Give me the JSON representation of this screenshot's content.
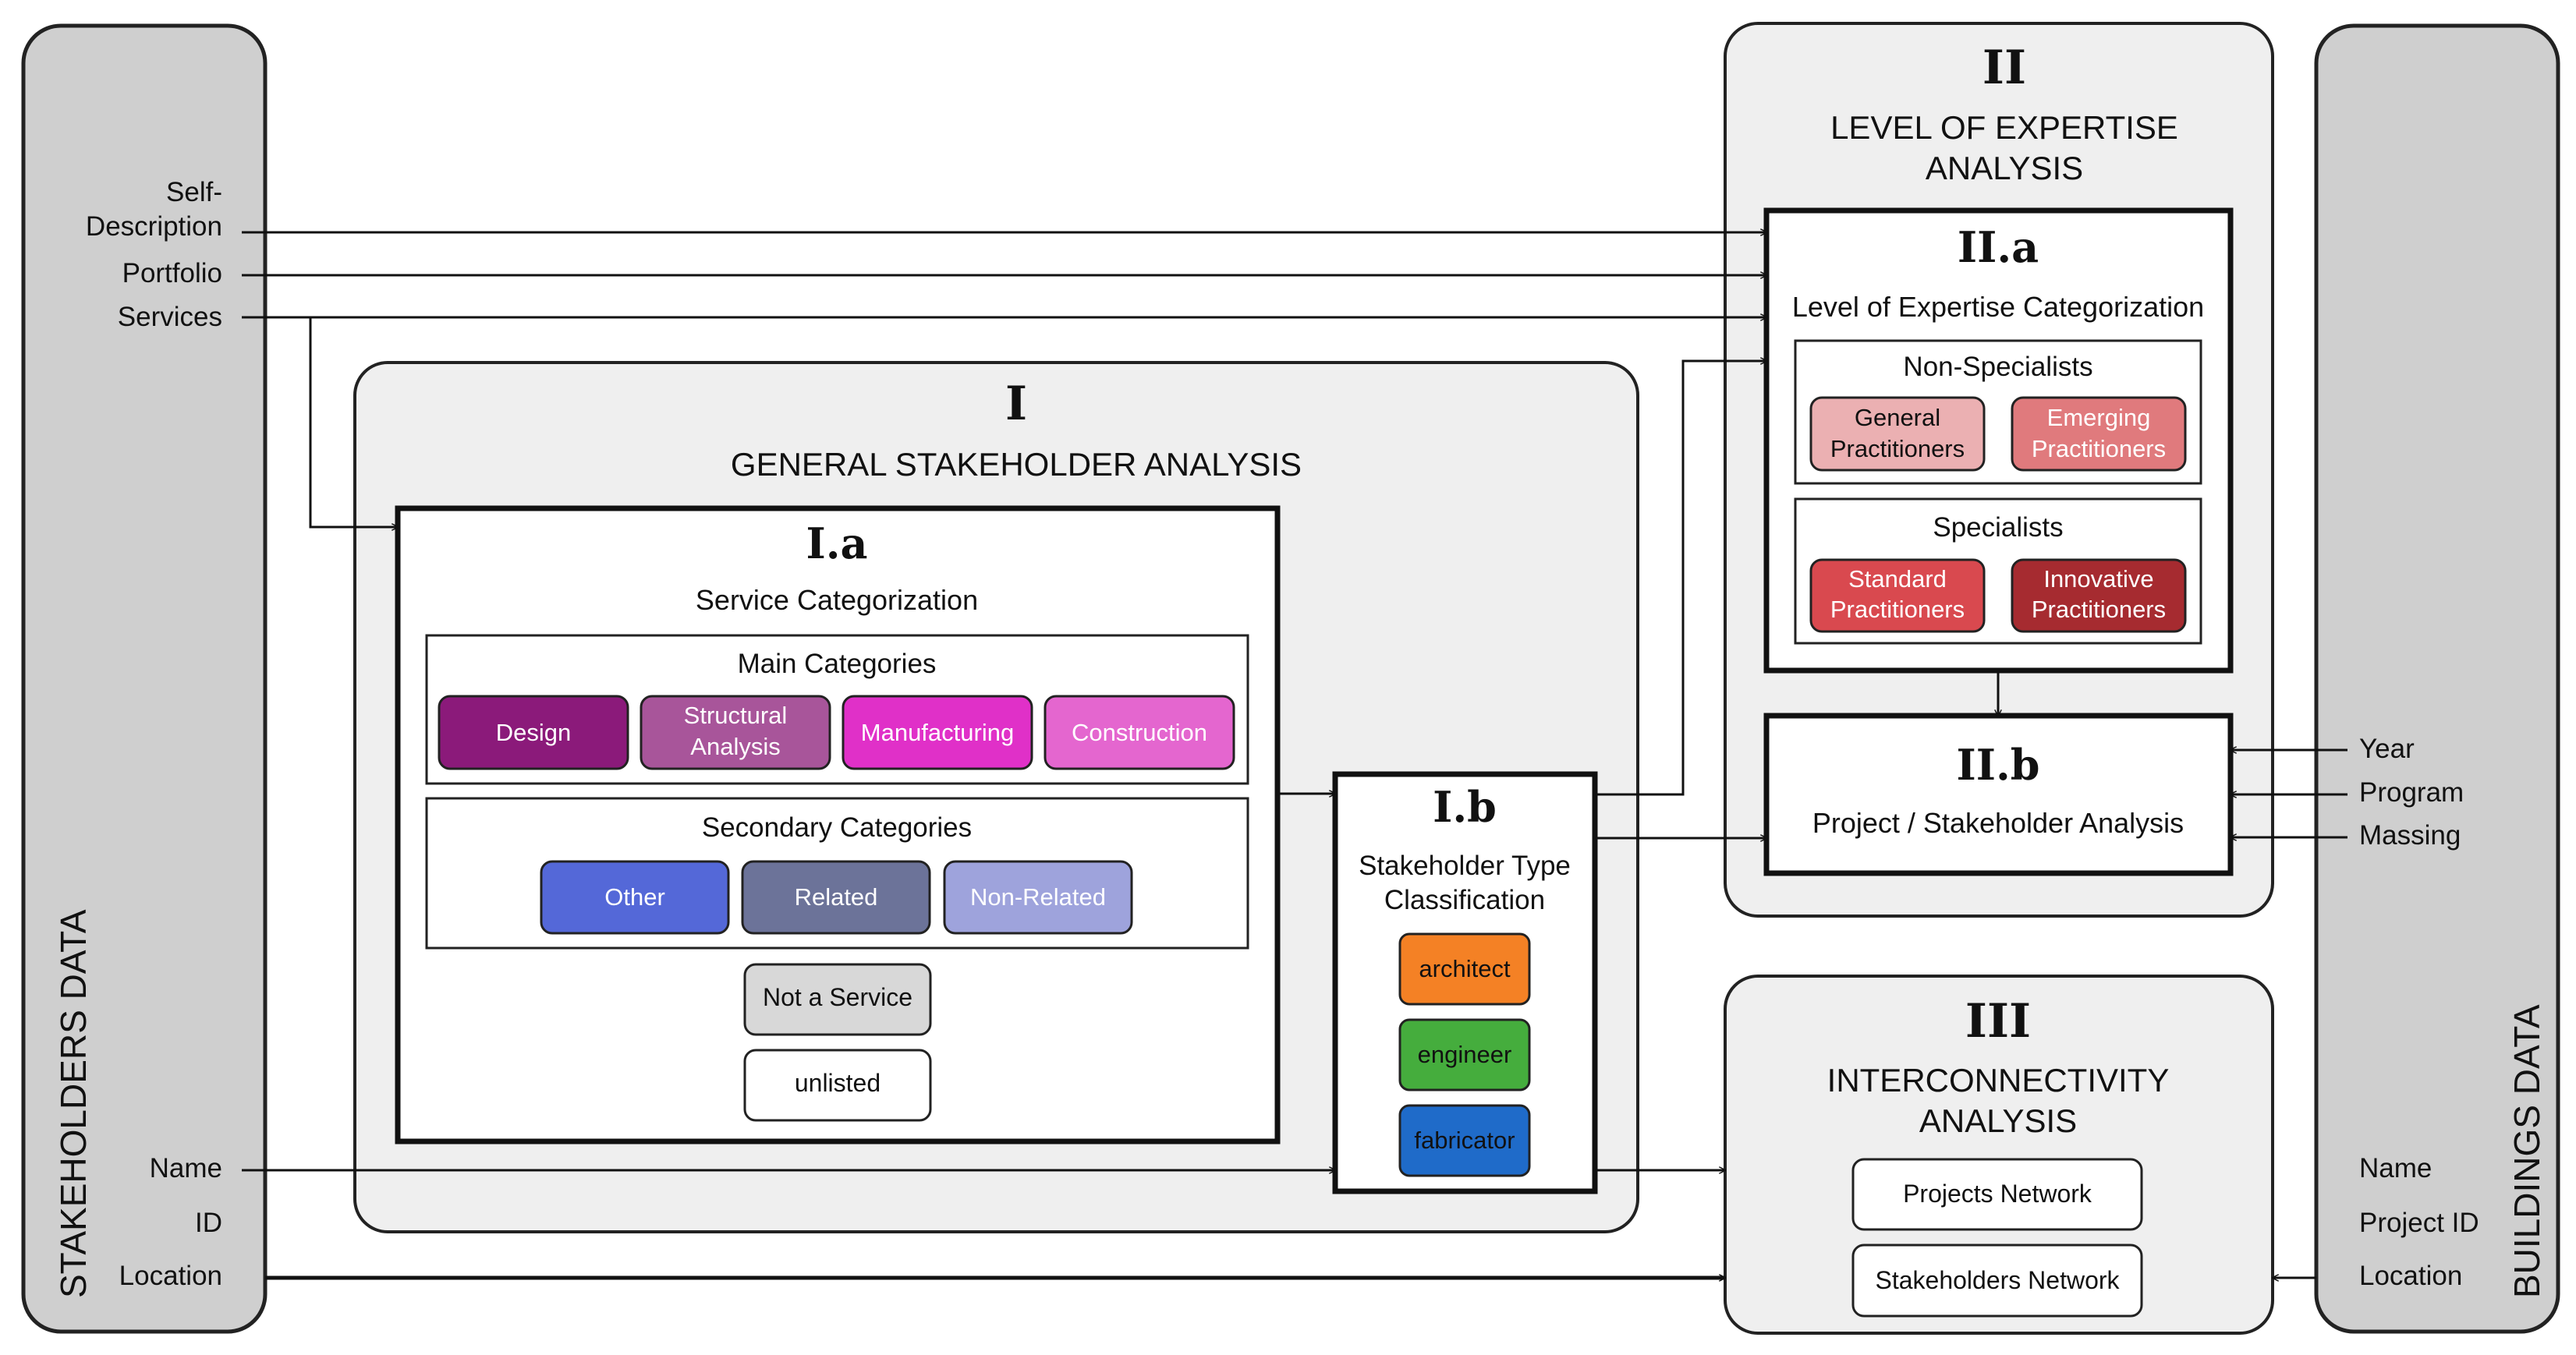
{
  "left_column": {
    "title": "STAKEHOLDERS DATA",
    "fields_top": [
      "Self-",
      "Description",
      "Portfolio",
      "Services"
    ],
    "fields_bottom": [
      "Name",
      "ID",
      "Location"
    ]
  },
  "right_column": {
    "title": "BUILDINGS DATA",
    "fields_top": [
      "Year",
      "Program",
      "Massing"
    ],
    "fields_bottom": [
      "Name",
      "Project ID",
      "Location"
    ]
  },
  "section_I": {
    "numeral": "I",
    "title": "GENERAL STAKEHOLDER ANALYSIS",
    "sub_a": {
      "label": "I.a",
      "title": "Service Categorization",
      "main_heading": "Main Categories",
      "main": [
        {
          "l1": "Design",
          "l2": "",
          "color": "#8b1a7a"
        },
        {
          "l1": "Structural",
          "l2": "Analysis",
          "color": "#a8559a"
        },
        {
          "l1": "Manufacturing",
          "l2": "",
          "color": "#e030c8"
        },
        {
          "l1": "Construction",
          "l2": "",
          "color": "#e466cf"
        }
      ],
      "secondary_heading": "Secondary Categories",
      "secondary": [
        {
          "label": "Other",
          "color": "#5468d8"
        },
        {
          "label": "Related",
          "color": "#6c7399"
        },
        {
          "label": "Non-Related",
          "color": "#9ea3dc"
        }
      ],
      "not_service": "Not a Service",
      "unlisted": "unlisted"
    },
    "sub_b": {
      "label": "I.b",
      "title1": "Stakeholder Type",
      "title2": "Classification",
      "types": [
        {
          "label": "architect",
          "color": "#f48125"
        },
        {
          "label": "engineer",
          "color": "#45ad3d"
        },
        {
          "label": "fabricator",
          "color": "#1f6bc9"
        }
      ]
    }
  },
  "section_II": {
    "numeral": "II",
    "title1": "LEVEL OF EXPERTISE",
    "title2": "ANALYSIS",
    "sub_a": {
      "label": "II.a",
      "title": "Level of Expertise Categorization",
      "non_specialists": "Non-Specialists",
      "general": [
        "General",
        "Practitioners"
      ],
      "emerging": [
        "Emerging",
        "Practitioners"
      ],
      "specialists": "Specialists",
      "standard": [
        "Standard",
        "Practitioners"
      ],
      "innovative": [
        "Innovative",
        "Practitioners"
      ]
    },
    "sub_b": {
      "label": "II.b",
      "title": "Project / Stakeholder Analysis"
    }
  },
  "section_III": {
    "numeral": "III",
    "title1": "INTERCONNECTIVITY",
    "title2": "ANALYSIS",
    "projects_network": "Projects Network",
    "stakeholders_network": "Stakeholders Network"
  },
  "colors": {
    "panel_gray": "#cfcfcf",
    "section_bg": "#efefef",
    "general_practitioners": "#ebb0b2",
    "emerging_practitioners": "#e07a7d",
    "standard_practitioners": "#d9494f",
    "innovative_practitioners": "#a62b30",
    "not_service": "#d8d8d8"
  }
}
